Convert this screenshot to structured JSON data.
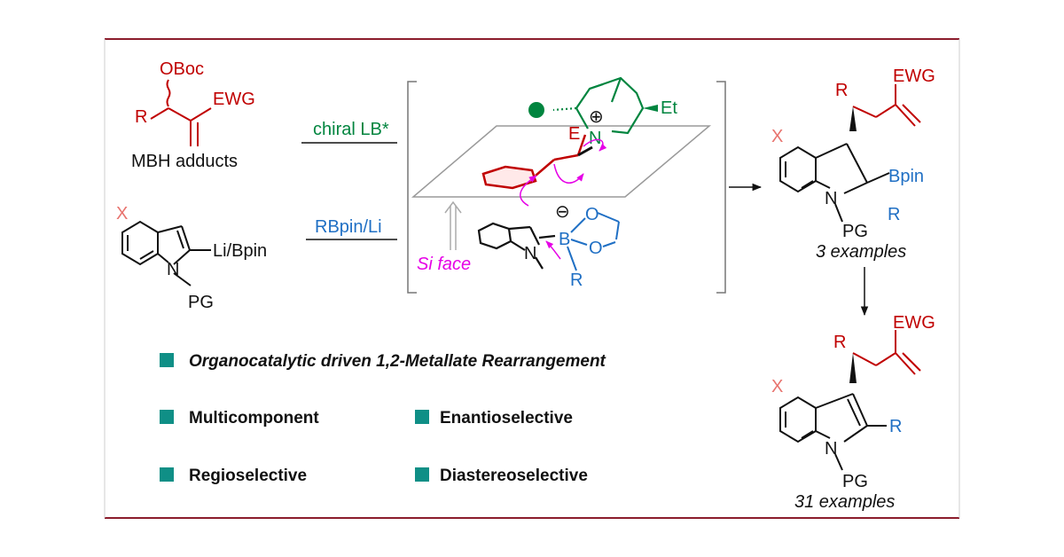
{
  "colors": {
    "frame": "#8b1c2c",
    "red": "#c00000",
    "green": "#00853f",
    "blue": "#1f6fc4",
    "magenta": "#e600e6",
    "salmon": "#e8736e",
    "teal": "#0f8f86",
    "black": "#111111"
  },
  "mbh": {
    "leaving_group": "OBoc",
    "substituent": "R",
    "ewg": "EWG",
    "caption": "MBH adducts"
  },
  "indole_reagent": {
    "x": "X",
    "metal": "Li/Bpin",
    "n": "N",
    "pg": "PG"
  },
  "arrows": {
    "catalyst_label": "chiral LB*",
    "boron_label": "RBpin/Li"
  },
  "transition_state": {
    "et": "Et",
    "e": "E",
    "n": "N",
    "plus": "⊕",
    "minus": "⊖",
    "b": "B",
    "o1": "O",
    "o2": "O",
    "r": "R",
    "n2": "N",
    "face": "Si face"
  },
  "product_indoline": {
    "r": "R",
    "ewg": "EWG",
    "x": "X",
    "bpin": "Bpin",
    "r2": "R",
    "n": "N",
    "pg": "PG",
    "count": "3 examples"
  },
  "product_indole": {
    "r": "R",
    "ewg": "EWG",
    "x": "X",
    "r2": "R",
    "n": "N",
    "pg": "PG",
    "count": "31 examples"
  },
  "features": [
    "Organocatalytic driven 1,2-Metallate Rearrangement",
    "Multicomponent",
    "Enantioselective",
    "Regioselective",
    "Diastereoselective"
  ]
}
